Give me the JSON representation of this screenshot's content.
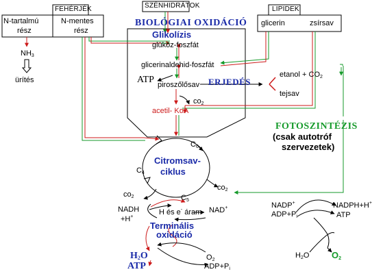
{
  "boxes": {
    "proteins": {
      "title": "FEHÉRJÉK",
      "n_containing": "N-tartalmú",
      "n_free": "N-mentes",
      "part_a": "rész",
      "part_b": "rész"
    },
    "carbohydrates": {
      "title": "SZÉNHIDRÁTOK"
    },
    "lipids": {
      "title": "LIPIDEK",
      "glycerol": "glicerin",
      "fatty_acid": "zsírsav"
    }
  },
  "nitrogen_path": {
    "ammonia": "NH",
    "ammonia_sub": "3",
    "excretion": "ürítés"
  },
  "bio_oxidation": {
    "title": "BIOLÓGIAI OXIDÁCIÓ",
    "glycolysis": "Glikolízis",
    "glucose_phosphate": "glükóz-foszfát",
    "gap": "glicerinaldehid-foszfát",
    "atp": "ATP",
    "pyruvate": "piroszőlősav",
    "co2": "co",
    "co2_sub": "2",
    "acetyl_coa": "acetil- KoA"
  },
  "fermentation": {
    "title": "ERJEDÉS",
    "ethanol": "etanol + CO",
    "ethanol_sub": "2",
    "lactic_acid": "tejsav"
  },
  "citric_cycle": {
    "title_line1": "Citromsav-",
    "title_line2": "ciklus",
    "c6": "C",
    "c6_sub": "6",
    "c4": "C",
    "c4_sub": "4",
    "c5": "C",
    "c5_sub": "5",
    "co2_left": "co",
    "co2_left_sub": "2",
    "co2_right": "co",
    "co2_right_sub": "2"
  },
  "terminal_oxidation": {
    "nadh": "NADH",
    "h_plus": "+H",
    "nad": "NAD",
    "electron_flow": "H és e",
    "electron_flow_tail": "áram",
    "title_line1": "Terminális",
    "title_line2": "oxidáció",
    "water": "H",
    "water_tail": "O",
    "atp": "ATP",
    "oxygen": "O",
    "oxygen_sub": "2",
    "adp": "ADP+P",
    "adp_sub": "i"
  },
  "photosynthesis": {
    "title": "FOTOSZINTÉZIS",
    "note_line1": "(csak autotróf",
    "note_line2": "szervezetek)",
    "nadp": "NADP",
    "adp": "ADP+P",
    "adp_sub": "i",
    "nadph": "NADPH+H",
    "atp": "ATP",
    "water": "H",
    "water_tail": "O",
    "oxygen": "O",
    "oxygen_sub": "2"
  },
  "colors": {
    "green": "#159a2a",
    "red": "#cc1a1a",
    "blue": "#1a2aa8",
    "black": "#000000"
  }
}
